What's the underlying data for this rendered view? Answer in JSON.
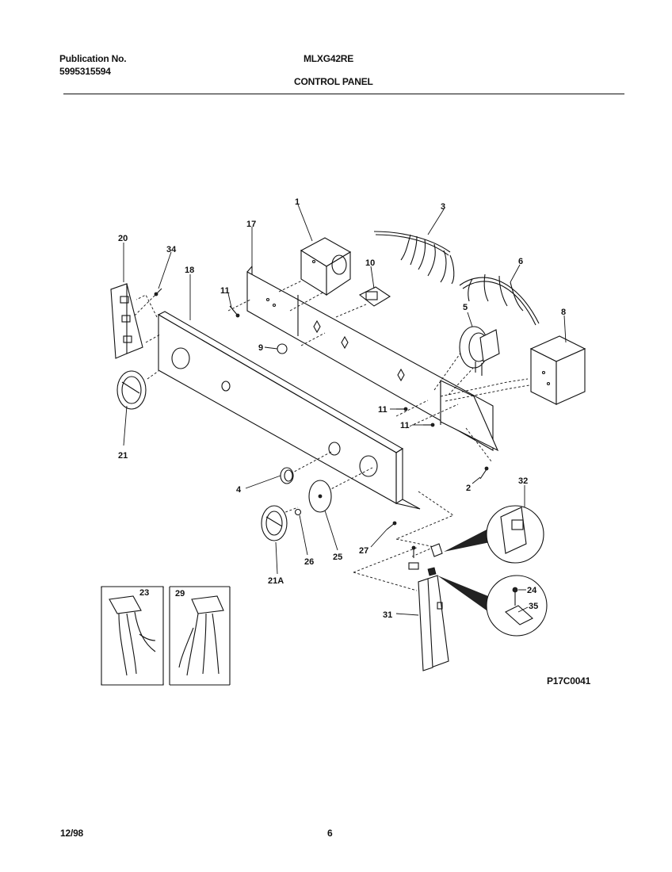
{
  "header": {
    "publication_label": "Publication No.",
    "publication_number": "5995315594",
    "model": "MLXG42RE",
    "section_title": "CONTROL PANEL"
  },
  "diagram": {
    "callouts": [
      "1",
      "3",
      "17",
      "20",
      "34",
      "10",
      "6",
      "18",
      "11",
      "5",
      "8",
      "9",
      "21",
      "11",
      "11",
      "2",
      "32",
      "4",
      "27",
      "26",
      "25",
      "21A",
      "24",
      "35",
      "31",
      "23",
      "29"
    ],
    "drawing_code": "P17C0041"
  },
  "footer": {
    "date": "12/98",
    "page_number": "6"
  }
}
